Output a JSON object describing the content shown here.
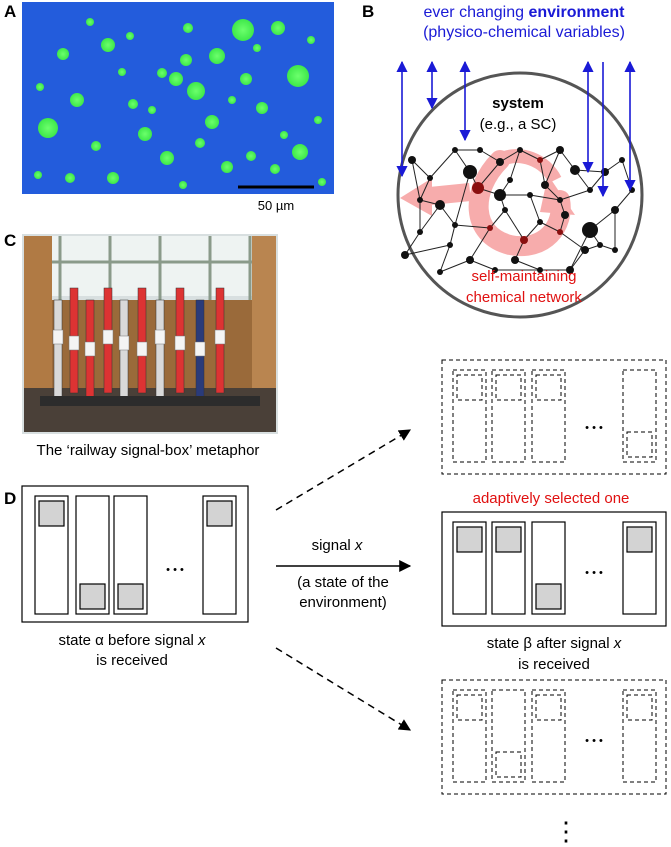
{
  "panel_labels": {
    "a": "A",
    "b": "B",
    "c": "C",
    "d": "D"
  },
  "panel_a": {
    "scale_text": "50 µm",
    "background_color": "#1f56d6",
    "spot_color": "#3ee84a"
  },
  "panel_b": {
    "env_line1_prefix": "ever changing ",
    "env_line1_bold": "environment",
    "env_line2": "(physico-chemical variables)",
    "system_title": "system",
    "system_sub": "(e.g., a SC)",
    "network_line1": "self-maintaining",
    "network_line2": "chemical network",
    "env_color": "#1a1ad6",
    "network_color": "#e01010"
  },
  "panel_c": {
    "caption": "The ‘railway signal-box’ metaphor"
  },
  "panel_d": {
    "dots": "• • •",
    "signal_prefix": "signal ",
    "signal_var": "x",
    "paren_line1": "(a state of the",
    "paren_line2": "environment)",
    "before_line1_prefix": "state α before signal ",
    "before_line1_var": "x",
    "before_line2": "is received",
    "selected_label": "adaptively selected one",
    "after_line1_prefix": "state β after signal ",
    "after_line1_var": "x",
    "after_line2": "is received",
    "vdots": "⋮"
  }
}
